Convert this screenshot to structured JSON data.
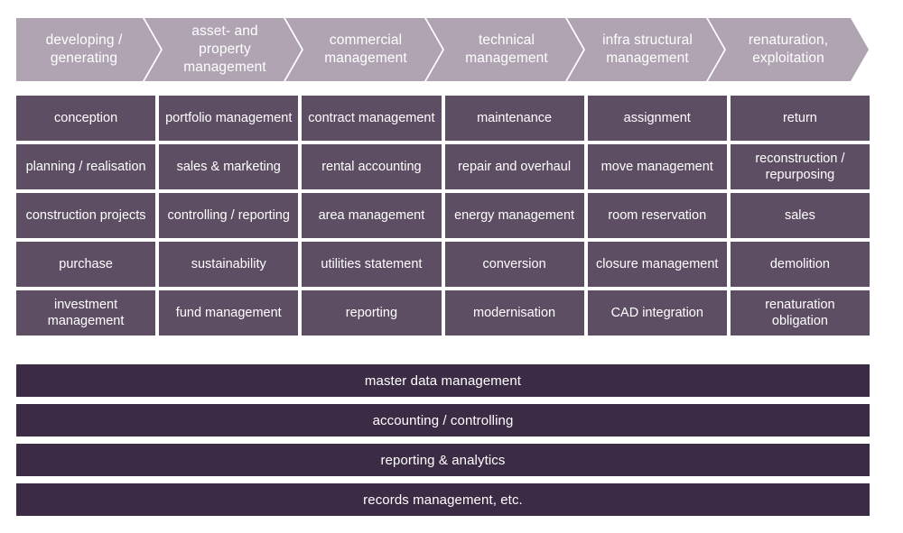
{
  "diagram": {
    "colors": {
      "phase_band": "#b0a4b3",
      "capability_cell": "#5e4e63",
      "foundation_bar": "#3c2b44",
      "text": "#ffffff",
      "background": "#ffffff"
    },
    "phases": [
      {
        "label": "developing / generating"
      },
      {
        "label": "asset- and property management"
      },
      {
        "label": "commercial management"
      },
      {
        "label": "technical management"
      },
      {
        "label": "infra structural management"
      },
      {
        "label": "renaturation, exploitation"
      }
    ],
    "capability_columns": [
      {
        "phase": "developing / generating",
        "items": [
          "conception",
          "planning / realisation",
          "construction projects",
          "purchase",
          "investment management"
        ]
      },
      {
        "phase": "asset- and property management",
        "items": [
          "portfolio management",
          "sales & marketing",
          "controlling / reporting",
          "sustainability",
          "fund management"
        ]
      },
      {
        "phase": "commercial management",
        "items": [
          "contract management",
          "rental accounting",
          "area management",
          "utilities statement",
          "reporting"
        ]
      },
      {
        "phase": "technical management",
        "items": [
          "maintenance",
          "repair and overhaul",
          "energy management",
          "conversion",
          "modernisation"
        ]
      },
      {
        "phase": "infra structural management",
        "items": [
          "assignment",
          "move management",
          "room reservation",
          "closure management",
          "CAD integration"
        ]
      },
      {
        "phase": "renaturation, exploitation",
        "items": [
          "return",
          "reconstruction / repurposing",
          "sales",
          "demolition",
          "renaturation obligation"
        ]
      }
    ],
    "foundation_bars": [
      "master data management",
      "accounting / controlling",
      "reporting & analytics",
      "records management, etc."
    ]
  }
}
